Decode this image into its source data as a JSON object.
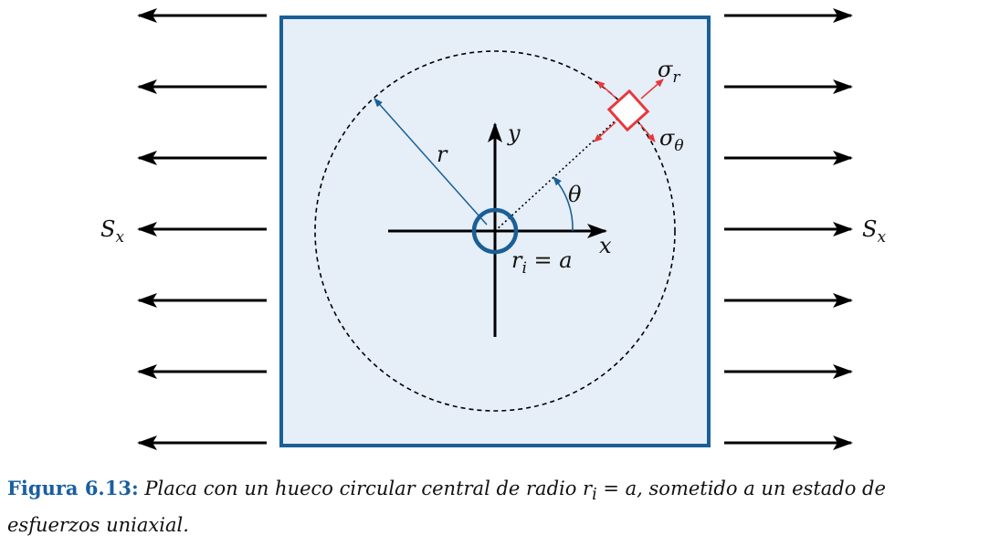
{
  "labels": {
    "load_left": "S",
    "load_right": "S",
    "load_sub": "x",
    "radius": "r",
    "axis_y": "y",
    "axis_x": "x",
    "angle": "θ",
    "hole_r": "r",
    "hole_sub": "i",
    "hole_eq": " = a",
    "sigma": "σ",
    "sigma_r_sub": "r",
    "sigma_t_sub": "θ"
  },
  "caption": {
    "label": "Figura 6.13:",
    "text": " Placa con un hueco circular central de radio r",
    "text_sub": "i",
    "text_rest": " = a, sometido a un estado de esfuerzos uniaxial."
  },
  "colors": {
    "plate_fill": "#e6eef7",
    "plate_border": "#1a5f96",
    "element": "#e8383d",
    "radius_line": "#1a5f96",
    "caption_label": "#1a5fa0"
  }
}
